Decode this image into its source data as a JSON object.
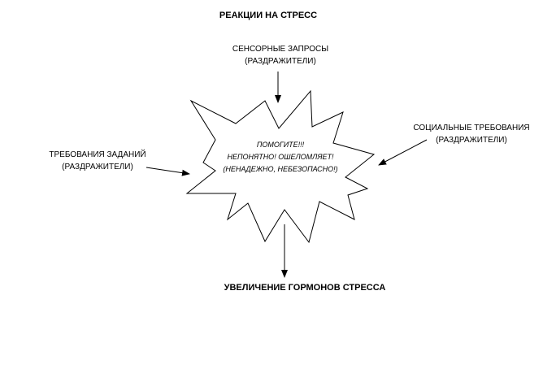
{
  "title": "РЕАКЦИИ НА СТРЕСС",
  "inputs": {
    "sensory": {
      "line1": "СЕНСОРНЫЕ ЗАПРОСЫ",
      "line2": "(РАЗДРАЖИТЕЛИ)"
    },
    "social": {
      "line1": "СОЦИАЛЬНЫЕ ТРЕБОВАНИЯ",
      "line2": "(РАЗДРАЖИТЕЛИ)"
    },
    "tasks": {
      "line1": "ТРЕБОВАНИЯ ЗАДАНИЙ",
      "line2": "(РАЗДРАЖИТЕЛИ)"
    }
  },
  "burst": {
    "line1": "ПОМОГИТЕ!!!",
    "line2": "НЕПОНЯТНО! ОШЕЛОМЛЯЕТ!",
    "line3": "(НЕНАДЕЖНО, НЕБЕЗОПАСНО!)"
  },
  "outcome": "УВЕЛИЧЕНИЕ ГОРМОНОВ  СТРЕССА",
  "colors": {
    "stroke": "#000000",
    "fill": "#ffffff"
  }
}
